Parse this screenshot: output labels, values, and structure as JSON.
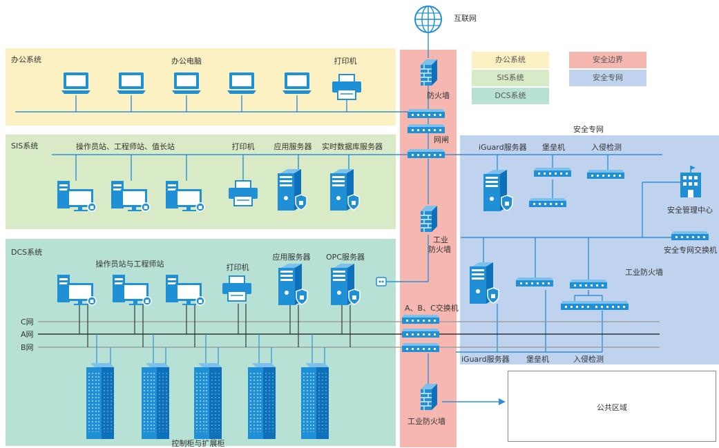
{
  "internet": "互联网",
  "zones": {
    "office": "办公系统",
    "sis": "SIS系统",
    "dcs": "DCS系统",
    "secnet_title": "安全专网"
  },
  "legend": [
    {
      "label": "办公系统",
      "color": "#FCF1C3"
    },
    {
      "label": "安全边界",
      "color": "#F6B7B0"
    },
    {
      "label": "SIS系统",
      "color": "#D9EAC6"
    },
    {
      "label": "安全专网",
      "color": "#BFD3EE"
    },
    {
      "label": "DCS系统",
      "color": "#B8E1D6"
    }
  ],
  "labels": {
    "office_pc": "办公电脑",
    "office_printer": "打印机",
    "firewall1": "防火墙",
    "gatekeeper": "网闸",
    "sis_stations": "操作员站、工程师站、值长站",
    "sis_printer": "打印机",
    "sis_app_server": "应用服务器",
    "sis_rtdb_server": "实时数据库服务器",
    "ind_firewall_1": "工业",
    "ind_firewall_2": "防火墙",
    "dcs_stations": "操作员站与工程师站",
    "dcs_printer": "打印机",
    "dcs_app_server": "应用服务器",
    "dcs_opc_server": "OPC服务器",
    "switches": "A、B、C交换机",
    "net_c": "C网",
    "net_a": "A网",
    "net_b": "B网",
    "cabinets": "控制柜与扩展柜",
    "ind_firewall_bottom": "工业防火墙",
    "public_area": "公共区域",
    "sec_iguard_top": "iGuard服务器",
    "sec_bastion_top": "堡垒机",
    "sec_ids_top": "入侵检测",
    "sec_mgmt_center": "安全管理中心",
    "sec_switch": "安全专网交换机",
    "sec_ind_firewall": "工业防火墙",
    "sec_iguard_bottom": "iGuard服务器",
    "sec_bastion_bottom": "堡垒机",
    "sec_ids_bottom": "入侵检测"
  },
  "colors": {
    "office": "#FCF1C3",
    "sis": "#D9EAC6",
    "dcs": "#B8E1D6",
    "boundary": "#F6B7B0",
    "secnet": "#BFD3EE",
    "device": "#1F8FD6",
    "line": "#2E8FD8"
  }
}
